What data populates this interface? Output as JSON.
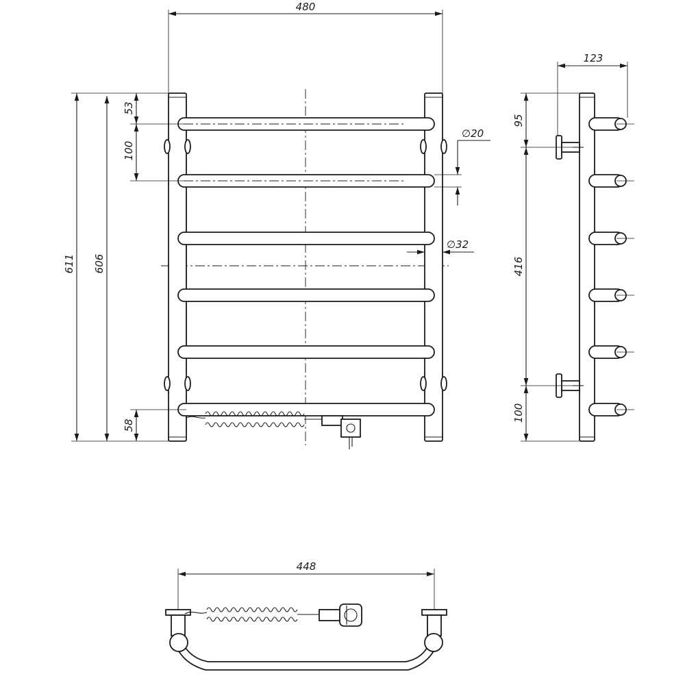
{
  "dimensions": {
    "overall_width": "480",
    "overall_height": "611",
    "rail_height": "606",
    "top_offset": "53",
    "bar_pitch": "100",
    "bottom_offset": "58",
    "bar_diameter": "∅20",
    "rail_diameter": "∅32",
    "depth": "123",
    "side_top": "95",
    "side_span": "416",
    "side_bottom": "100",
    "bottom_width": "448"
  },
  "colors": {
    "line": "#1a1a1a",
    "background": "#ffffff"
  }
}
